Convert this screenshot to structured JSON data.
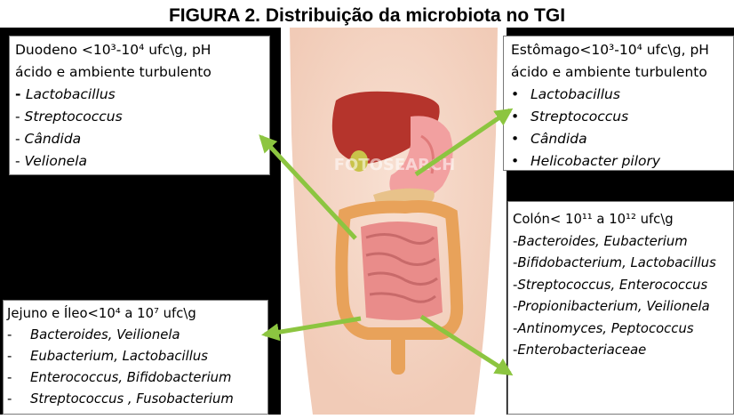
{
  "title": {
    "prefix": "FIGURA 2",
    "rest": ". Distribuição da microbiota no TGI"
  },
  "boxes": {
    "duodeno": {
      "line1": "Duodeno <10³-10⁴ ufc\\g, pH",
      "line2": "ácido e ambiente turbulento",
      "items": [
        "Lactobacillus",
        "Streptococcus",
        "Cândida",
        "Velionela"
      ]
    },
    "estomago": {
      "line1": "Estômago<10³-10⁴ ufc\\g, pH",
      "line2": "ácido e ambiente turbulento",
      "items": [
        "Lactobacillus",
        "Streptococcus",
        "Cândida",
        "Helicobacter pilory"
      ]
    },
    "jejuno": {
      "line1": "Jejuno e Íleo<10⁴ a 10⁷ ufc\\g",
      "items": [
        "Bacteroides, Veilionela",
        "Eubacterium, Lactobacillus",
        "Enterococcus, Bifidobacterium",
        "Streptococcus , Fusobacterium"
      ]
    },
    "colon": {
      "line1": "Colón< 10¹¹ a 10¹² ufc\\g",
      "items": [
        "Bacteroides, Eubacterium",
        "Bifidobacterium, Lactobacillus",
        "Streptococcus, Enterococcus",
        "Propionibacterium, Veilionela",
        "Antinomyces, Peptococcus",
        "Enterobacteriaceae"
      ]
    }
  },
  "watermark": "FOTOSEARCH",
  "colors": {
    "arrow": "#8cc540",
    "skin": "#f6d6c6",
    "liver": "#b5342c",
    "intestine": "#e98c8a",
    "colon": "#e8a25a"
  }
}
